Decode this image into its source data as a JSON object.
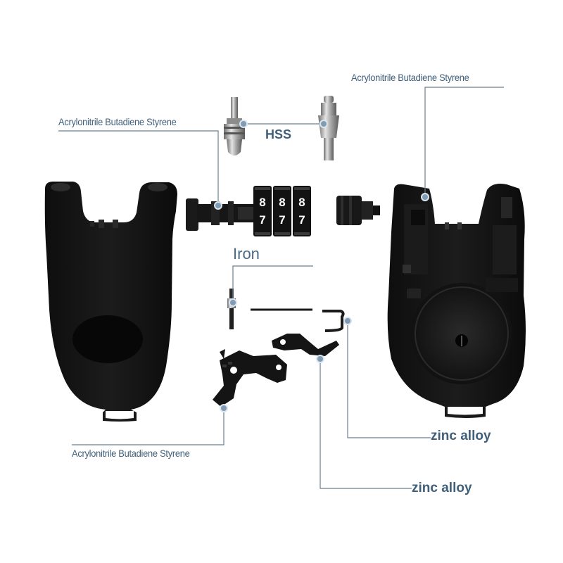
{
  "labels": {
    "abs_left": "Acrylonitrile Butadiene Styrene",
    "abs_right": "Acrylonitrile Butadiene Styrene",
    "hss": "HSS",
    "iron": "Iron",
    "abs_bottom": "Acrylonitrile Butadiene Styrene",
    "zinc_1": "zinc alloy",
    "zinc_2": "zinc alloy"
  },
  "dial_digits": [
    "8",
    "8",
    "8",
    "7",
    "7",
    "7"
  ],
  "colors": {
    "part": "#141414",
    "part_mid": "#262626",
    "part_edge": "#3a3a3a",
    "metal": "#b8b8b8",
    "leader": "#6b7f8f",
    "label": "#3f5f7a",
    "dot": "#7f9bb5"
  }
}
